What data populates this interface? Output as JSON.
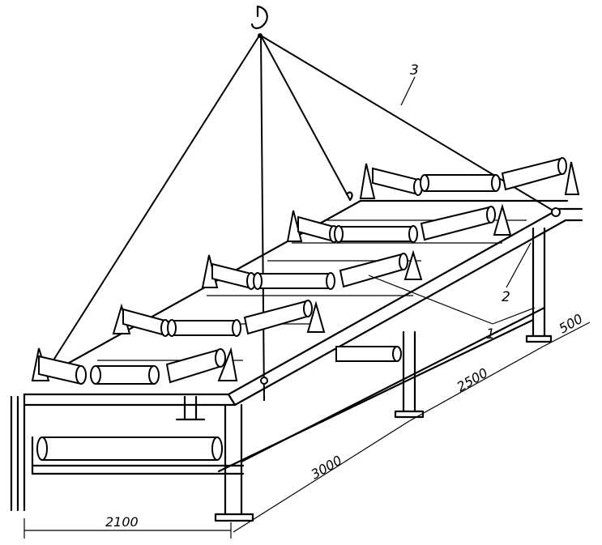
{
  "dimensions": {
    "width_left": "2100",
    "length_front": "3000",
    "length_rear": "2500",
    "height_end": "500"
  },
  "callouts": {
    "idlers": "1",
    "frame": "2",
    "sling": "3"
  },
  "icons": {
    "hook": "crane-hook-icon"
  }
}
